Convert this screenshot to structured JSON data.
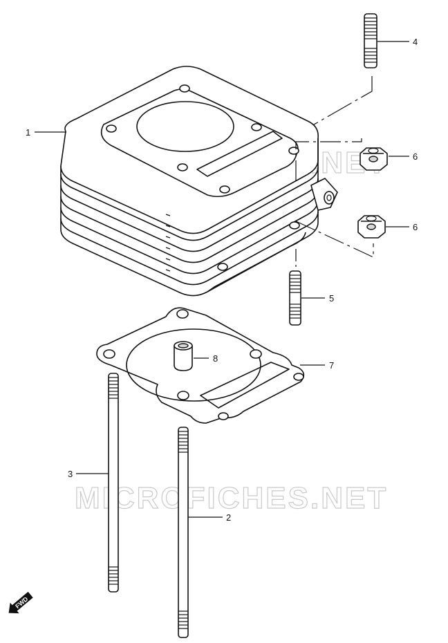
{
  "callouts": [
    {
      "num": "1",
      "part": "cylinder"
    },
    {
      "num": "2",
      "part": "stud-long"
    },
    {
      "num": "3",
      "part": "stud-long"
    },
    {
      "num": "4",
      "part": "stud-short"
    },
    {
      "num": "5",
      "part": "stud-short"
    },
    {
      "num": "6",
      "part": "nut"
    },
    {
      "num": "7",
      "part": "gasket"
    },
    {
      "num": "8",
      "part": "dowel-pin"
    }
  ],
  "watermark": "MICROFICHES.NET",
  "fwd_label": "FWD"
}
